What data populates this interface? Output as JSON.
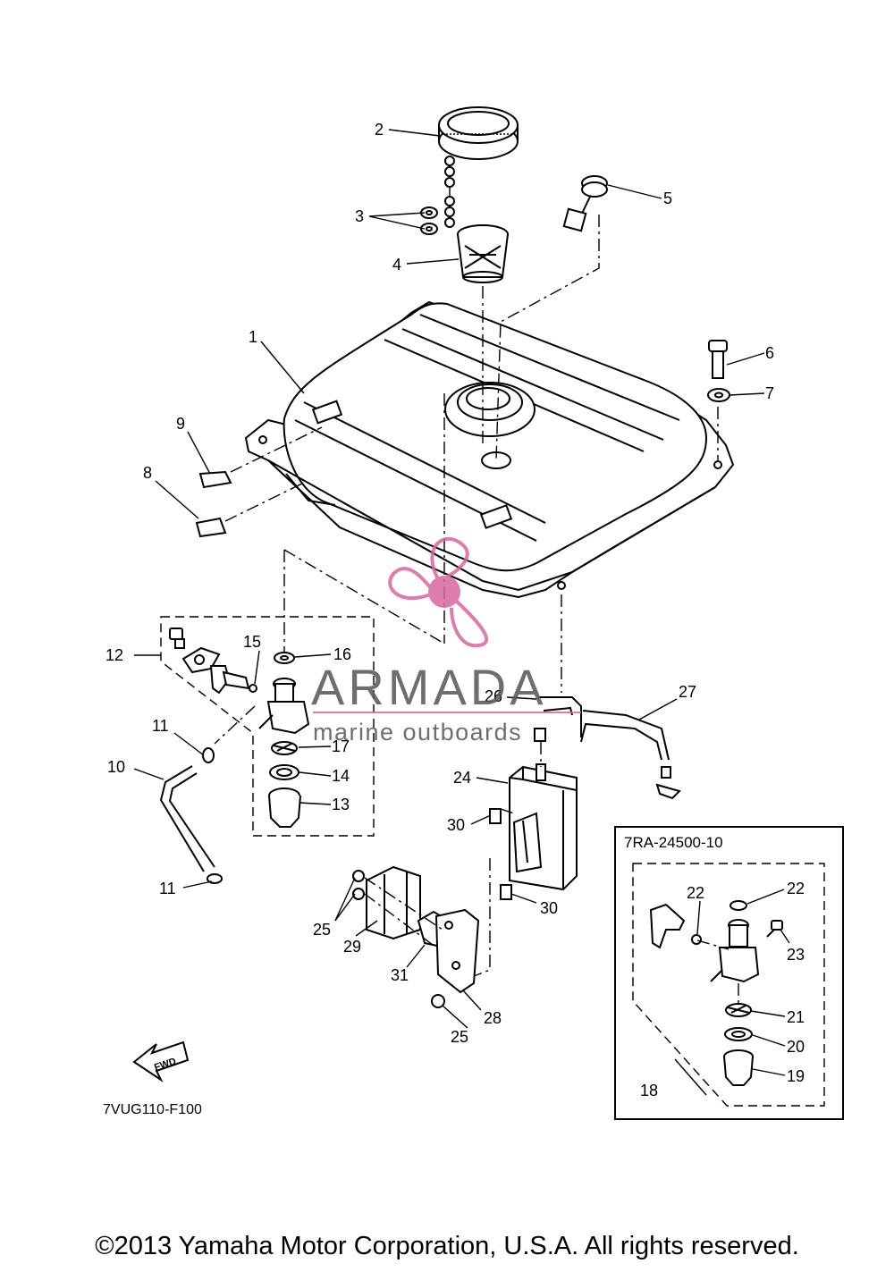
{
  "diagram_code": "7VUG110-F100",
  "kit_number": "7RA-24500-10",
  "fwd_label": "FWD",
  "watermark": {
    "brand": "ARMADA",
    "tagline": "marine outboards"
  },
  "copyright": "©2013 Yamaha Motor Corporation, U.S.A. All rights reserved.",
  "labels": {
    "l1": "1",
    "l2": "2",
    "l3": "3",
    "l4": "4",
    "l5": "5",
    "l6": "6",
    "l7": "7",
    "l8": "8",
    "l9": "9",
    "l10": "10",
    "l11a": "11",
    "l11b": "11",
    "l12": "12",
    "l13": "13",
    "l14": "14",
    "l15": "15",
    "l16": "16",
    "l17": "17",
    "l18": "18",
    "l19": "19",
    "l20": "20",
    "l21": "21",
    "l22a": "22",
    "l22b": "22",
    "l23": "23",
    "l24": "24",
    "l25a": "25",
    "l25b": "25",
    "l26": "26",
    "l27": "27",
    "l28": "28",
    "l29": "29",
    "l30a": "30",
    "l30b": "30",
    "l31": "31"
  }
}
